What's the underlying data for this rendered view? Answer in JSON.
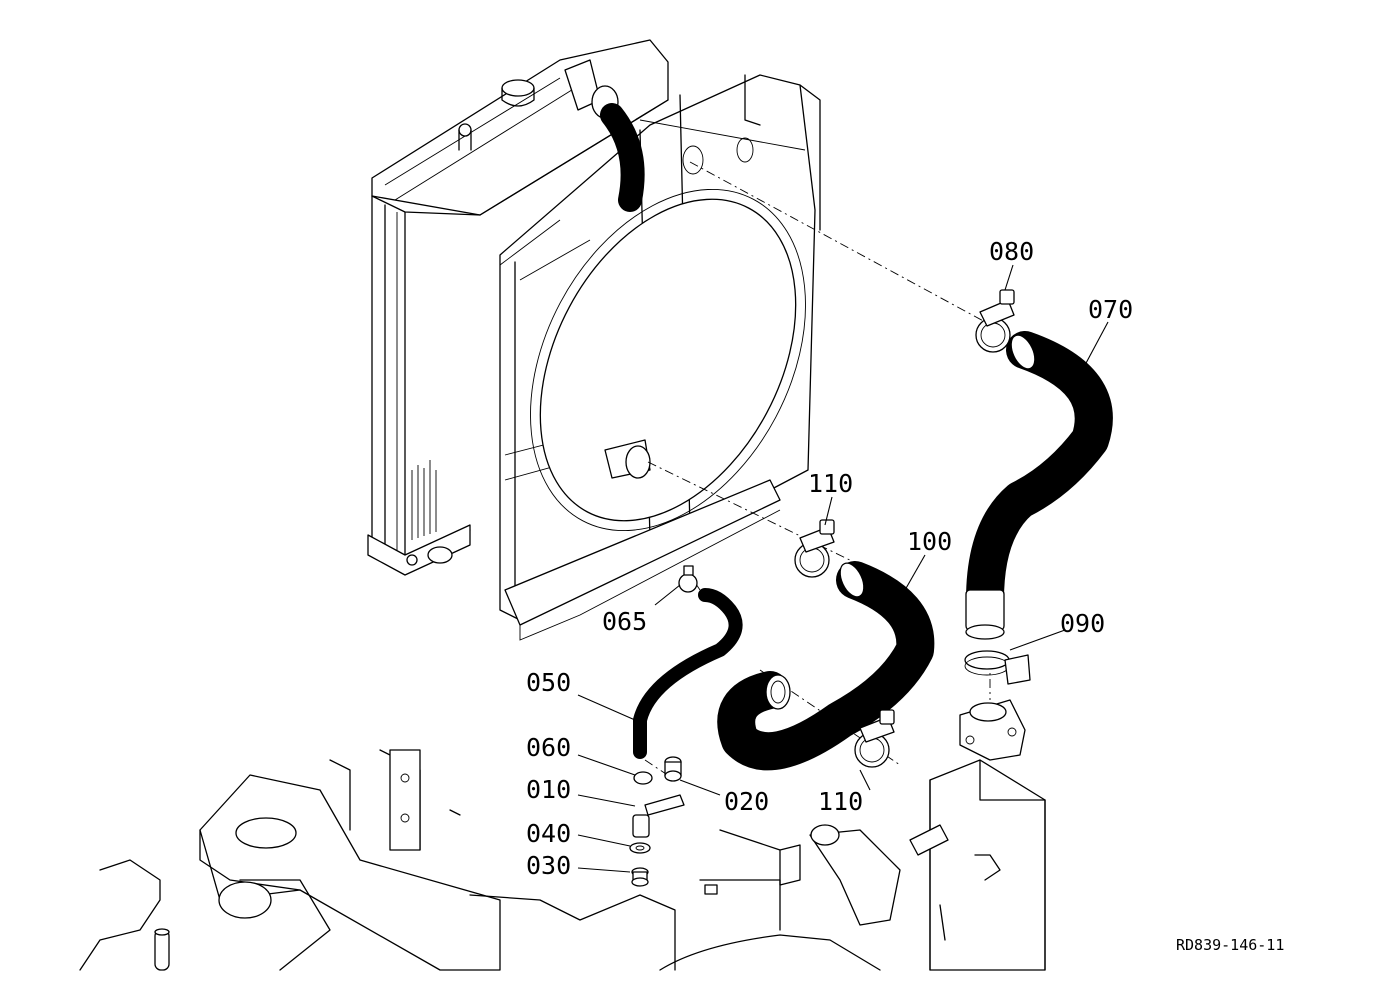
{
  "callouts": [
    {
      "id": "080",
      "text": "080"
    },
    {
      "id": "070",
      "text": "070"
    },
    {
      "id": "110a",
      "text": "110"
    },
    {
      "id": "100",
      "text": "100"
    },
    {
      "id": "065",
      "text": "065"
    },
    {
      "id": "090",
      "text": "090"
    },
    {
      "id": "050",
      "text": "050"
    },
    {
      "id": "060",
      "text": "060"
    },
    {
      "id": "010",
      "text": "010"
    },
    {
      "id": "020",
      "text": "020"
    },
    {
      "id": "110b",
      "text": "110"
    },
    {
      "id": "040",
      "text": "040"
    },
    {
      "id": "030",
      "text": "030"
    }
  ],
  "reference_code": "RD839-146-11"
}
